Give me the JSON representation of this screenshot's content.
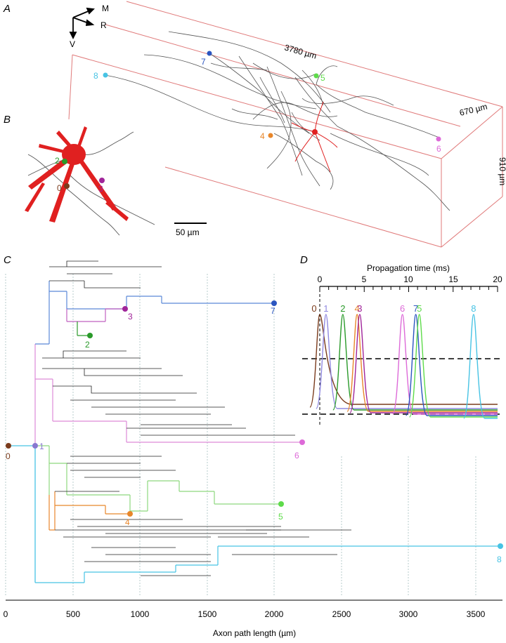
{
  "panels": {
    "a": "A",
    "b": "B",
    "c": "C",
    "d": "D"
  },
  "panel_a": {
    "axes": {
      "m": "M",
      "r": "R",
      "v": "V"
    },
    "dims": {
      "length": "3780 µm",
      "depth": "670 µm",
      "height": "910 µm"
    },
    "markers": [
      {
        "label": "7",
        "color": "#2b55c0"
      },
      {
        "label": "8",
        "color": "#47c3e4"
      },
      {
        "label": "5",
        "color": "#5edb4a"
      },
      {
        "label": "4",
        "color": "#e8862a"
      },
      {
        "label": "6",
        "color": "#dd6ad8"
      }
    ]
  },
  "panel_b": {
    "scalebar": "50 µm",
    "markers": [
      {
        "label": "2",
        "color": "#2a9a2a"
      },
      {
        "label": "0",
        "color": "#7a3b1c"
      },
      {
        "label": "3",
        "color": "#a0259a"
      }
    ]
  },
  "panel_c": {
    "xlabel": "Axon path length (µm)",
    "ticks": [
      "0",
      "500",
      "1000",
      "1500",
      "2000",
      "2500",
      "3000",
      "3500"
    ],
    "nodes": [
      {
        "label": "0",
        "color": "#7a3b1c"
      },
      {
        "label": "1",
        "color": "#8878d0"
      },
      {
        "label": "2",
        "color": "#2a9a2a"
      },
      {
        "label": "3",
        "color": "#a0259a"
      },
      {
        "label": "4",
        "color": "#e8862a"
      },
      {
        "label": "5",
        "color": "#5edb4a"
      },
      {
        "label": "6",
        "color": "#dd6ad8"
      },
      {
        "label": "7",
        "color": "#2b55c0"
      },
      {
        "label": "8",
        "color": "#47c3e4"
      }
    ]
  },
  "panel_d": {
    "title": "Propagation time (ms)",
    "ticks": [
      "0",
      "5",
      "10",
      "15",
      "20"
    ],
    "traces": [
      {
        "label": "0",
        "color": "#7a3b1c"
      },
      {
        "label": "1",
        "color": "#8f88e0"
      },
      {
        "label": "2",
        "color": "#2a9a2a"
      },
      {
        "label": "4",
        "color": "#e8862a"
      },
      {
        "label": "3",
        "color": "#a0259a"
      },
      {
        "label": "6",
        "color": "#dd6ad8"
      },
      {
        "label": "7",
        "color": "#2b55c0"
      },
      {
        "label": "5",
        "color": "#5edb4a"
      },
      {
        "label": "8",
        "color": "#47c3e4"
      }
    ],
    "chart_data": {
      "type": "line",
      "xlabel": "Propagation time (ms)",
      "xlim": [
        0,
        20
      ],
      "x_ticks": [
        0,
        5,
        10,
        15,
        20
      ],
      "series": [
        {
          "name": "0",
          "peak_ms": 0.0
        },
        {
          "name": "1",
          "peak_ms": 0.7
        },
        {
          "name": "2",
          "peak_ms": 2.6
        },
        {
          "name": "4",
          "peak_ms": 4.2
        },
        {
          "name": "3",
          "peak_ms": 4.5
        },
        {
          "name": "6",
          "peak_ms": 9.3
        },
        {
          "name": "7",
          "peak_ms": 10.8
        },
        {
          "name": "5",
          "peak_ms": 11.2
        },
        {
          "name": "8",
          "peak_ms": 17.3
        }
      ]
    }
  }
}
